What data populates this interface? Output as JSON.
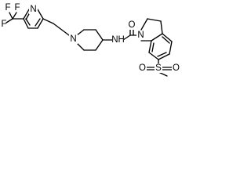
{
  "diagram": {
    "type": "chemical-structure",
    "atom_labels": {
      "cf3_f_top_left": "F",
      "cf3_f_top_right": "F",
      "cf3_f_left": "F",
      "pyridine_n": "N",
      "piperidine_n": "N",
      "amide_nh": "NH",
      "amide_o": "O",
      "indoline_n": "N",
      "sulfonyl_s": "S",
      "sulfonyl_o_left": "O",
      "sulfonyl_o_right": "O"
    }
  }
}
